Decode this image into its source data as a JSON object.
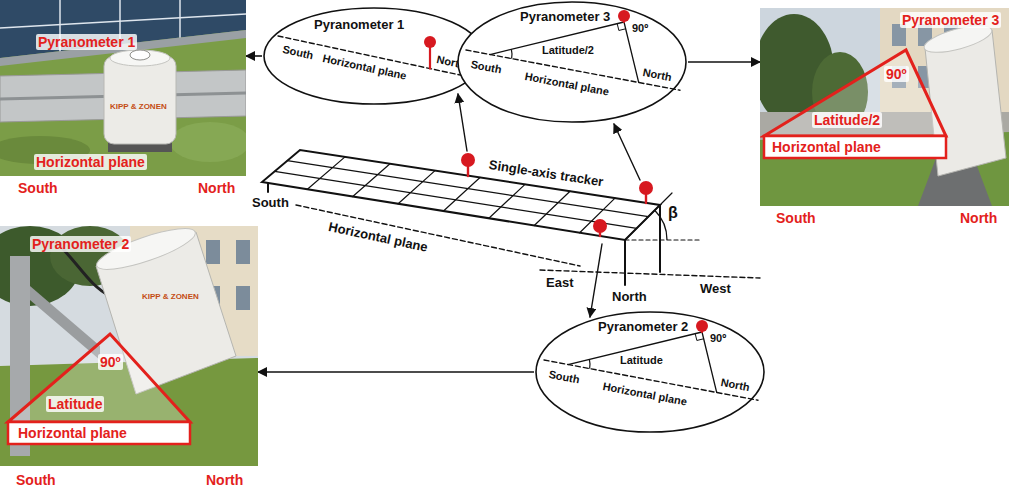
{
  "diagram": {
    "nodes": [
      {
        "text": [
          "Pyranometer 1",
          "Horizontal plane",
          "South",
          "North"
        ]
      },
      {
        "text": [
          "Pyranometer 1",
          "South",
          "Horizontal plane",
          "North"
        ]
      },
      {
        "text": [
          "Pyranometer 3",
          "90º",
          "South",
          "Latitude/2",
          "Horizontal plane",
          "North"
        ]
      },
      {
        "text": [
          "Pyranometer 3",
          "90º",
          "Latitude/2",
          "Horizontal plane",
          "South",
          "North"
        ]
      },
      {
        "text": [
          "Pyranometer 2",
          "90º",
          "Latitude",
          "Horizontal plane",
          "South",
          "North"
        ]
      },
      {
        "text": [
          "Pyranometer 2",
          "90º",
          "South",
          "Latitude",
          "Horizontal plane",
          "North"
        ]
      }
    ],
    "edges": [
      {
        "from": 1,
        "to": 0,
        "arrow": "to"
      },
      {
        "from": 2,
        "to": 3,
        "arrow": "to"
      },
      {
        "from": 5,
        "to": 4,
        "arrow": "to"
      }
    ],
    "labels": [
      "South",
      "Horizontal plane",
      "Single-axis tracker",
      "β",
      "West",
      "East",
      "North",
      "KIPP & ZONEN",
      "KIPP & ZONEN"
    ]
  }
}
